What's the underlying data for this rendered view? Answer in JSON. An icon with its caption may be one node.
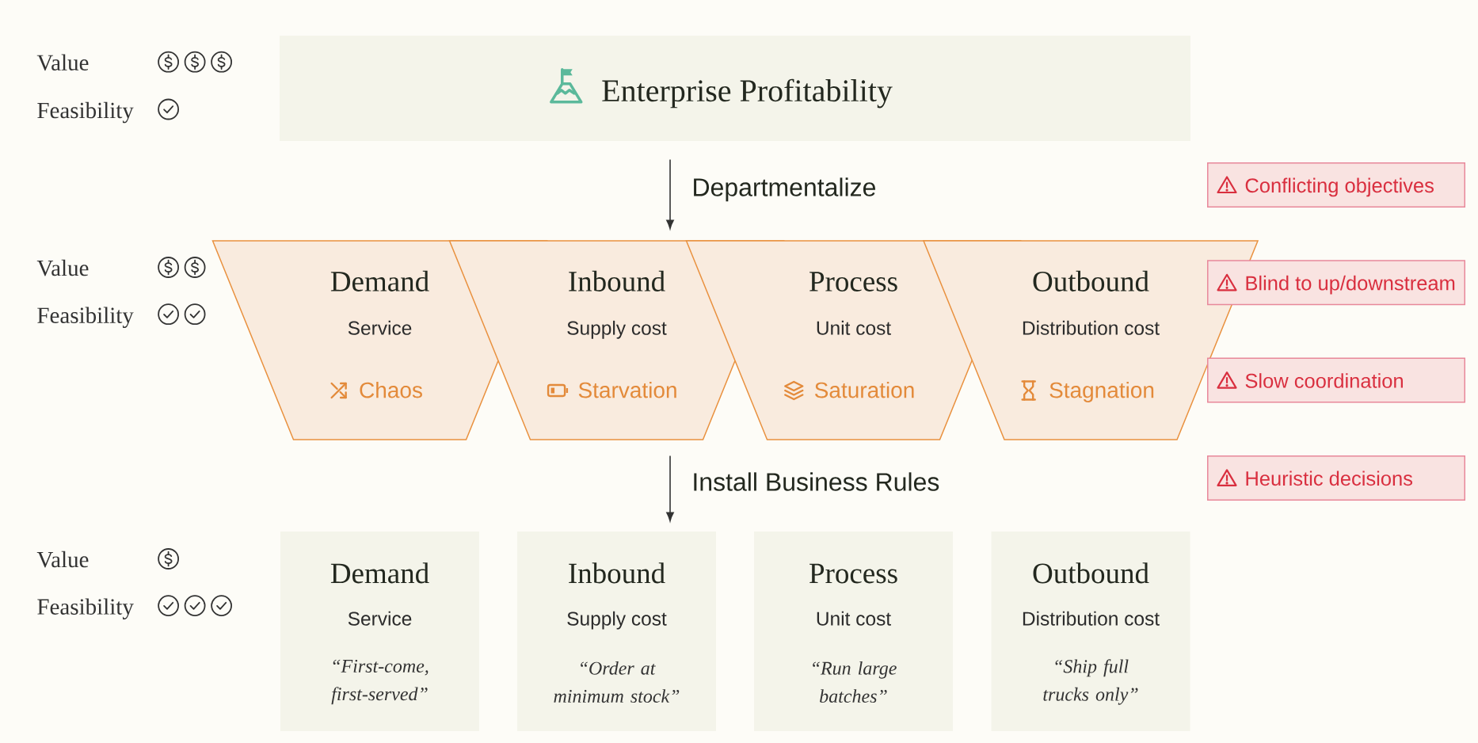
{
  "diagram": {
    "nodes": [
      {
        "text": [
          "Enterprise Profitability"
        ]
      },
      {
        "text": [
          "Demand",
          "Service",
          "Chaos"
        ]
      },
      {
        "text": [
          "Inbound",
          "Supply cost",
          "Starvation"
        ]
      },
      {
        "text": [
          "Process",
          "Unit cost",
          "Saturation"
        ]
      },
      {
        "text": [
          "Outbound",
          "Distribution cost",
          "Stagnation"
        ]
      },
      {
        "text": [
          "Demand",
          "Service",
          "“First-come, first-served”"
        ]
      },
      {
        "text": [
          "Inbound",
          "Supply cost",
          "“Order at minimum stock”"
        ]
      },
      {
        "text": [
          "Process",
          "Unit cost",
          "“Run large batches”"
        ]
      },
      {
        "text": [
          "Outbound",
          "Distribution cost",
          "“Ship full trucks only”"
        ]
      },
      {
        "text": [
          "Conflicting objectives"
        ]
      },
      {
        "text": [
          "Blind to up/downstream"
        ]
      },
      {
        "text": [
          "Slow coordination"
        ]
      },
      {
        "text": [
          "Heuristic decisions"
        ]
      }
    ],
    "edges": [
      {
        "from": 0,
        "to": 2,
        "arrow": "to",
        "label": "Departmentalize"
      },
      {
        "from": 2,
        "to": 6,
        "arrow": "to",
        "label": "Install Business Rules"
      }
    ],
    "labels": [
      "Value",
      "Feasibility",
      "Value",
      "Feasibility",
      "Value",
      "Feasibility"
    ]
  }
}
